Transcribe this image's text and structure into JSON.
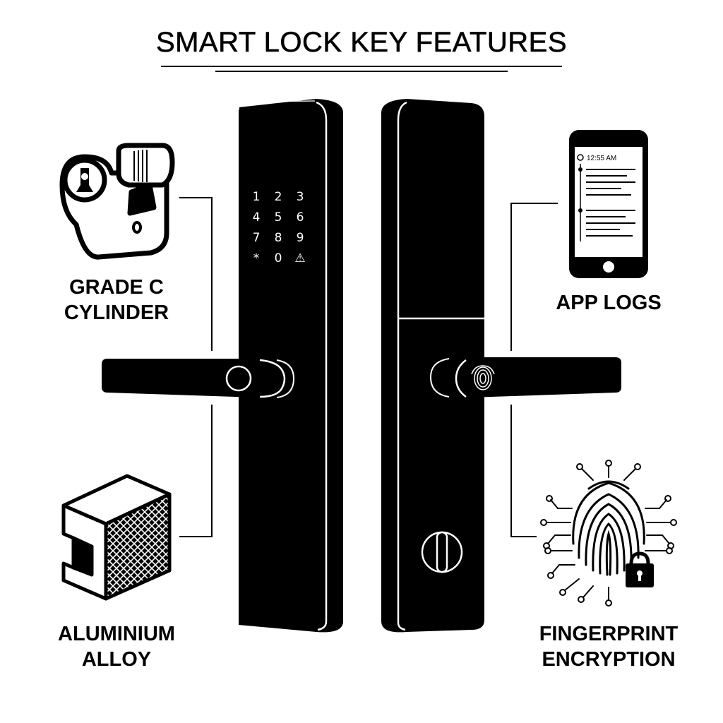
{
  "title": "SMART LOCK KEY FEATURES",
  "features": {
    "cylinder": {
      "line1": "GRADE C",
      "line2": "CYLINDER"
    },
    "app_logs": {
      "label": "APP LOGS",
      "phone_time": "12:55 AM"
    },
    "alloy": {
      "line1": "ALUMINIUM",
      "line2": "ALLOY"
    },
    "fingerprint": {
      "line1": "FINGERPRINT",
      "line2": "ENCRYPTION"
    }
  },
  "keypad": {
    "keys": [
      "1",
      "2",
      "3",
      "4",
      "5",
      "6",
      "7",
      "8",
      "9",
      "*",
      "0",
      "⚠"
    ]
  },
  "icons": {
    "cylinder": "lock-cylinder-icon",
    "phone": "smartphone-icon",
    "alloy": "aluminium-profile-icon",
    "fingerprint": "fingerprint-circuit-icon",
    "padlock": "padlock-icon"
  },
  "colors": {
    "ink": "#000000",
    "paper": "#ffffff"
  }
}
